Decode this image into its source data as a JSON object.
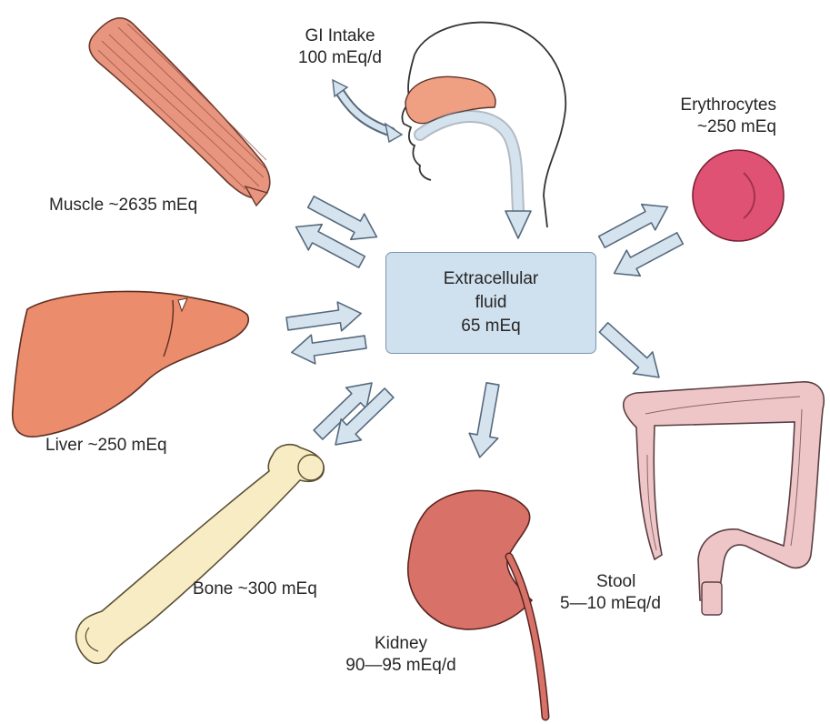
{
  "center": {
    "line1": "Extracellular",
    "line2": "fluid",
    "line3": "65 mEq"
  },
  "organs": {
    "gi_intake": {
      "line1": "GI Intake",
      "line2": "100 mEq/d"
    },
    "muscle": {
      "label": "Muscle ~2635 mEq"
    },
    "erythrocytes": {
      "line1": "Erythrocytes",
      "line2": "~250 mEq"
    },
    "liver": {
      "label": "Liver ~250 mEq"
    },
    "bone": {
      "label": "Bone ~300 mEq"
    },
    "kidney": {
      "line1": "Kidney",
      "line2": "90—95 mEq/d"
    },
    "stool": {
      "line1": "Stool",
      "line2": "5—10 mEq/d"
    }
  },
  "colors": {
    "arrow_fill": "#d5e3ef",
    "arrow_stroke": "#55697c",
    "box_fill": "#cfe0ee",
    "muscle": "#e8957f",
    "liver": "#eb8c6c",
    "bone": "#f7ecc4",
    "kidney": "#d87268",
    "colon": "#efc6c8",
    "erythrocyte": "#e05273",
    "nose": "#ef9f82"
  }
}
